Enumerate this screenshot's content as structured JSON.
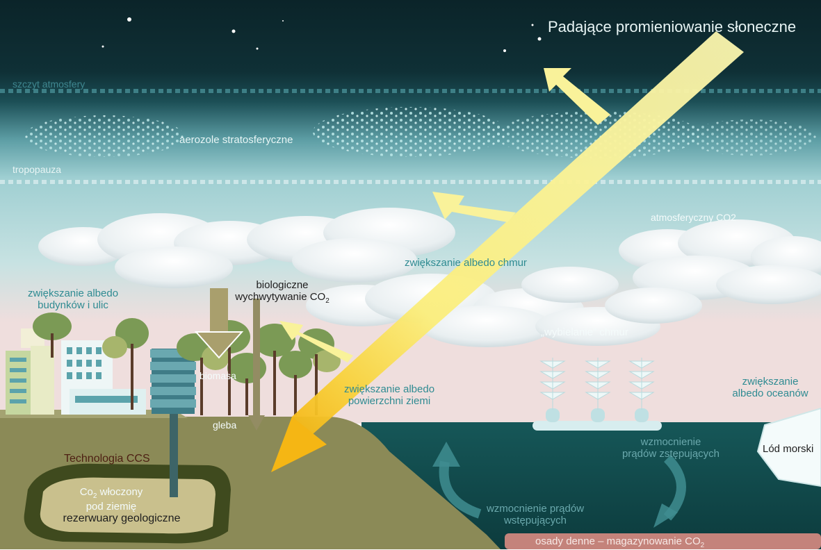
{
  "labels": {
    "solar": "Padające promieniowanie słoneczne",
    "toa": "szczyt atmosfery",
    "aerosols": "aerozole stratosferyczne",
    "tropopause": "tropopauza",
    "atm_co2": "atmosferyczny CO2",
    "cloud_albedo": "zwiększanie albedo chmur",
    "building_albedo_1": "zwiększanie albedo",
    "building_albedo_2": "budynków i ulic",
    "bio_capture_1": "biologiczne",
    "bio_capture_2": "wychwytywanie CO",
    "bio_capture_sub": "2",
    "whitening": "„wybielanie” chmur",
    "biomass": "biomasa",
    "soil": "gleba",
    "land_albedo_1": "zwiększanie albedo",
    "land_albedo_2": "powierzchni ziemi",
    "ocean_albedo_1": "zwiększanie",
    "ocean_albedo_2": "albedo oceanów",
    "sea_ice": "Lód morski",
    "downwelling_1": "wzmocnienie",
    "downwelling_2": "prądów zstępujących",
    "upwelling_1": "wzmocnienie prądów",
    "upwelling_2": "wstępujących",
    "ccs": "Technologia CCS",
    "co2_inject_pre": "Co",
    "co2_inject_sub": "2",
    "co2_inject_1": " włoczony",
    "co2_inject_2": "pod ziemię",
    "reservoirs": "rezerwuary geologiczne",
    "sediments": "osady denne – magazynowanie CO",
    "sediments_sub": "2"
  },
  "colors": {
    "night_sky": "#0c2a30",
    "stratosphere": "#1b5057",
    "troposphere": "#8fc6cb",
    "sunbeam": "#fbf39b",
    "sunbeam_tip": "#f6c01c",
    "ground": "#8b8a57",
    "ocean": "#0f4748",
    "sediment": "#c4837b",
    "text_light": "#e8f5f5",
    "text_teal": "#2f8b92",
    "text_dark": "#1e1e1e"
  }
}
